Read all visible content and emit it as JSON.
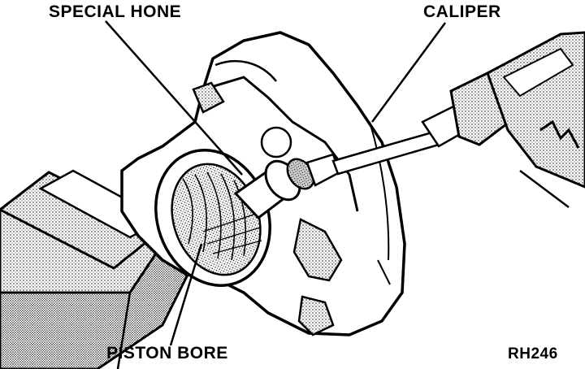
{
  "labels": {
    "special_hone": "SPECIAL HONE",
    "caliper": "CALIPER",
    "piston_bore": "PISTON BORE",
    "figure_id": "RH246"
  },
  "colors": {
    "ink": "#000000",
    "paper": "#ffffff",
    "shade": "#d8d8d8"
  }
}
